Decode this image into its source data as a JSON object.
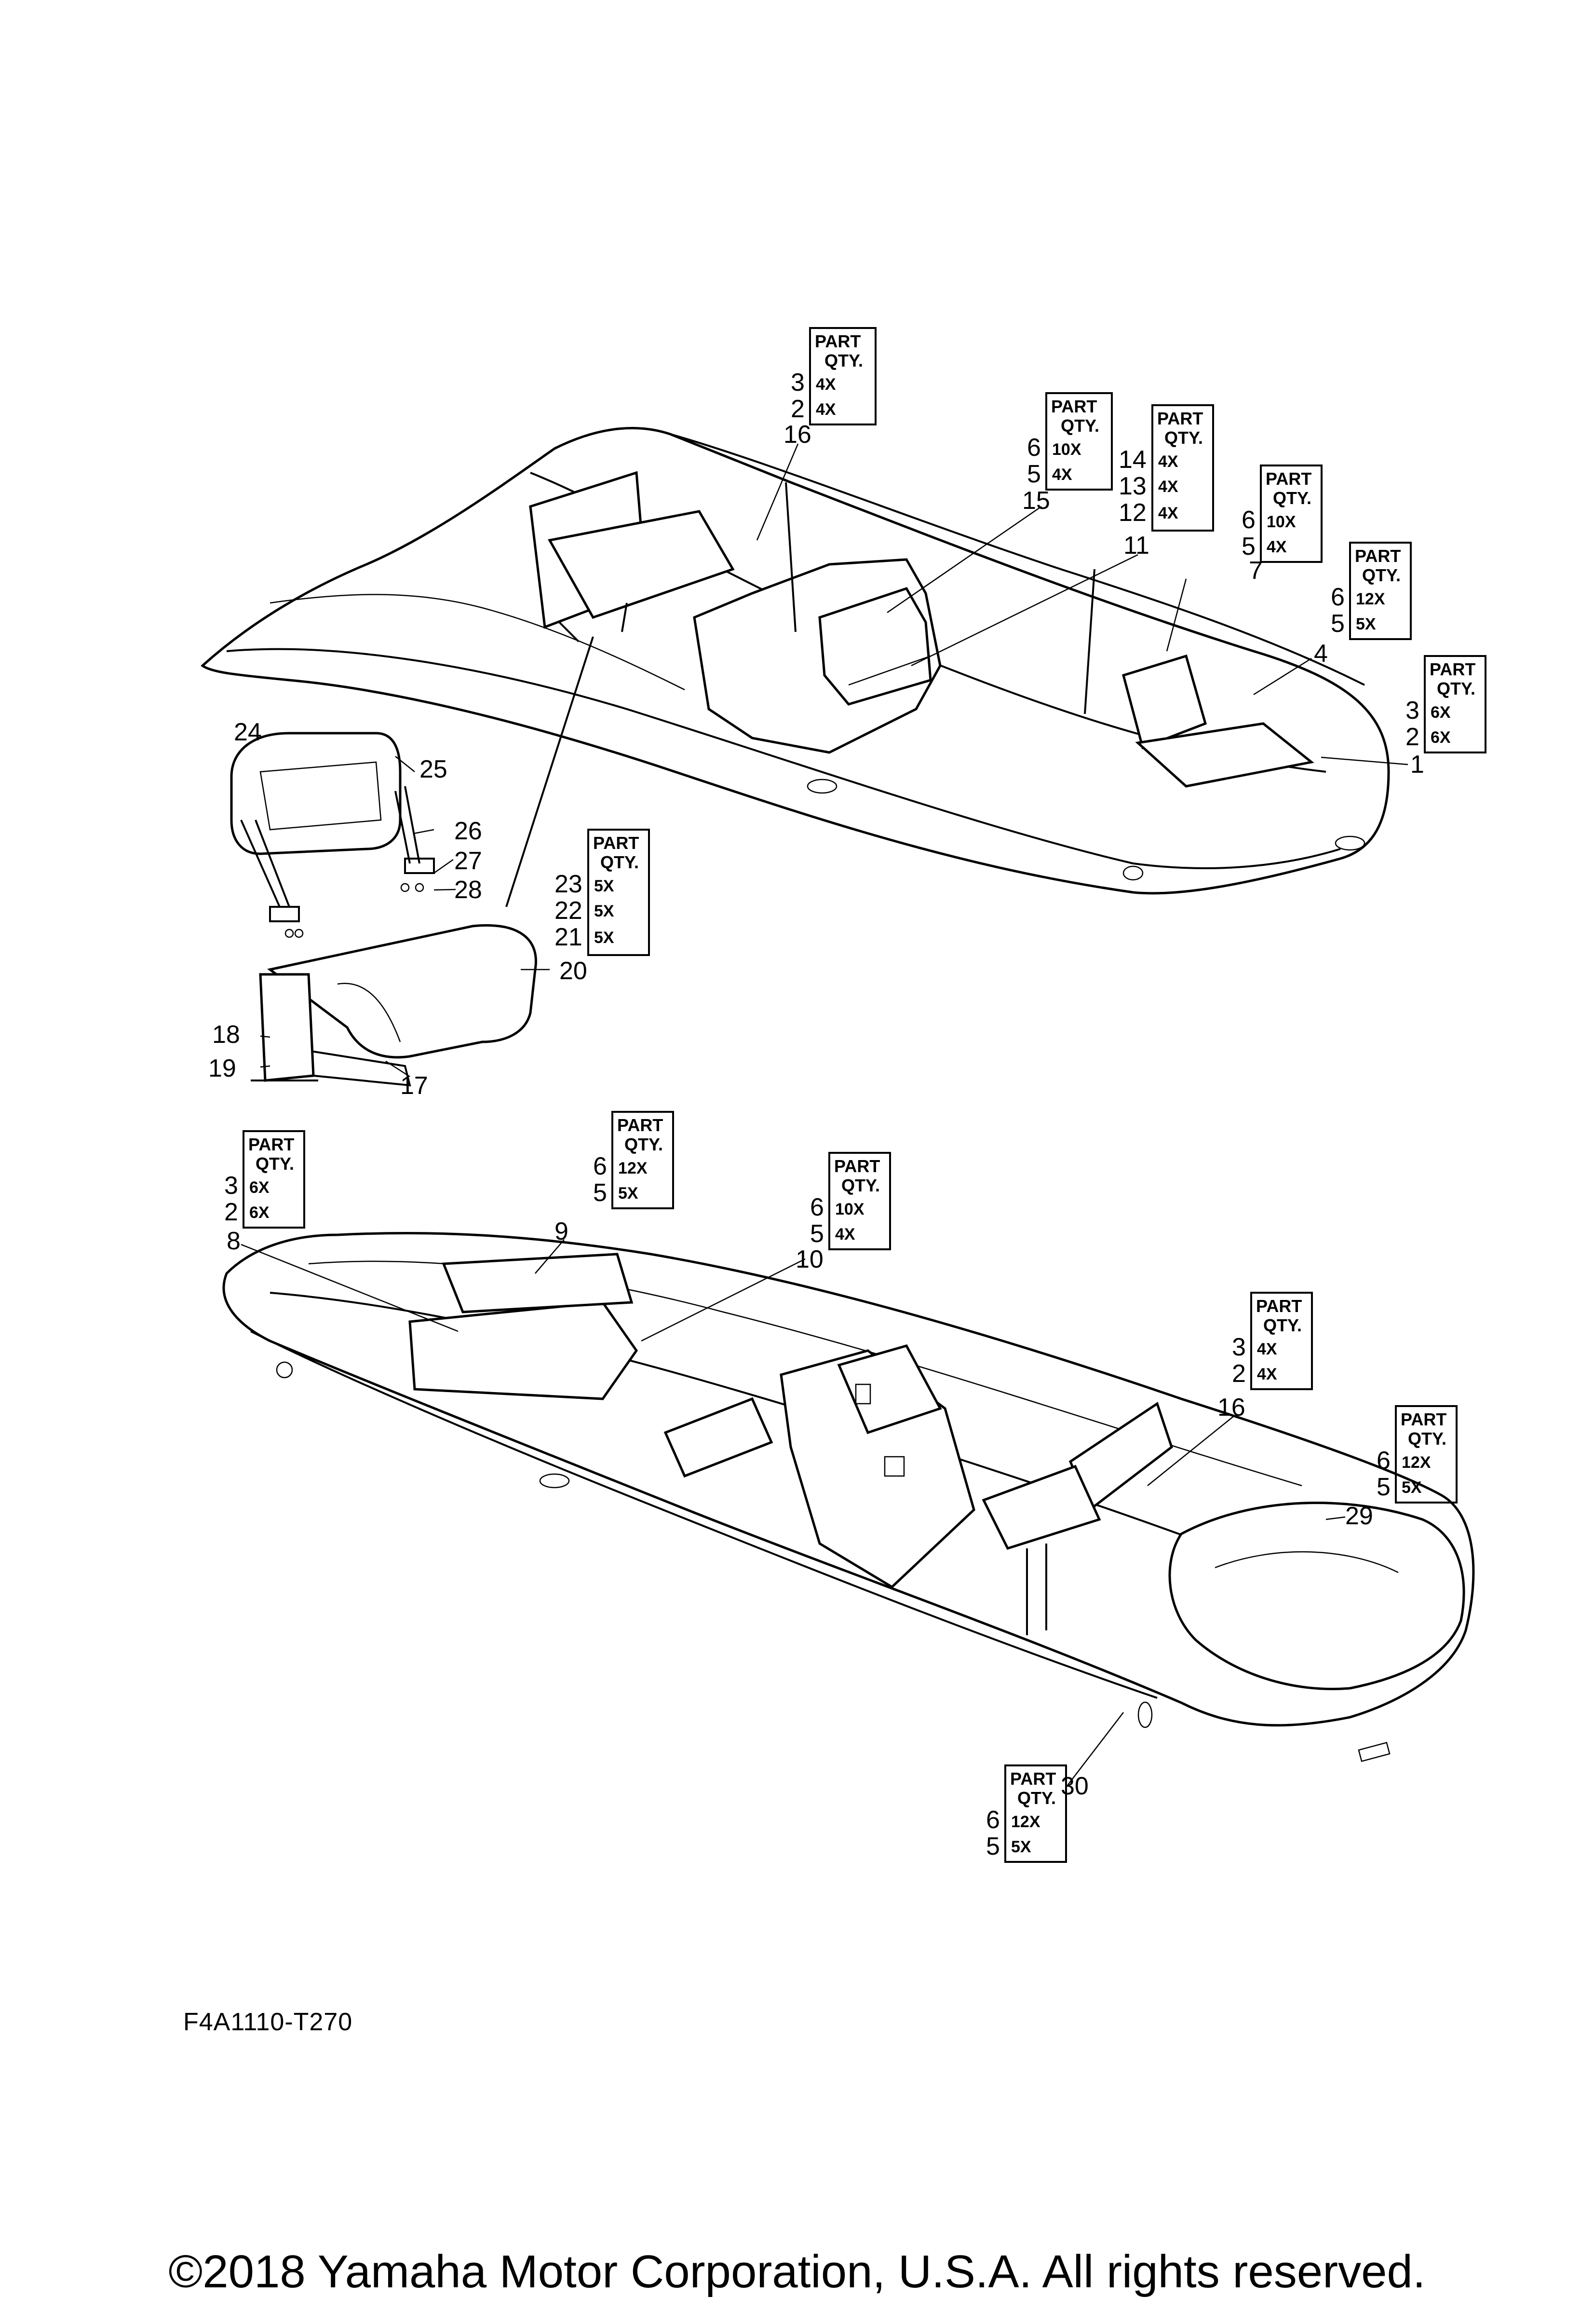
{
  "diagram_code": "F4A1110-T270",
  "copyright": "©2018 Yamaha Motor Corporation, U.S.A. All rights reserved.",
  "qty_header": [
    "PART",
    "QTY."
  ],
  "qty_tables": [
    {
      "rows": [
        {
          "part": "3",
          "qty": "4X"
        },
        {
          "part": "2",
          "qty": "4X"
        }
      ]
    },
    {
      "rows": [
        {
          "part": "6",
          "qty": "10X"
        },
        {
          "part": "5",
          "qty": "4X"
        }
      ]
    },
    {
      "rows": [
        {
          "part": "14",
          "qty": "4X"
        },
        {
          "part": "13",
          "qty": "4X"
        },
        {
          "part": "12",
          "qty": "4X"
        }
      ]
    },
    {
      "rows": [
        {
          "part": "6",
          "qty": "10X"
        },
        {
          "part": "5",
          "qty": "4X"
        }
      ]
    },
    {
      "rows": [
        {
          "part": "6",
          "qty": "12X"
        },
        {
          "part": "5",
          "qty": "5X"
        }
      ]
    },
    {
      "rows": [
        {
          "part": "3",
          "qty": "6X"
        },
        {
          "part": "2",
          "qty": "6X"
        }
      ]
    },
    {
      "rows": [
        {
          "part": "23",
          "qty": "5X"
        },
        {
          "part": "22",
          "qty": "5X"
        },
        {
          "part": "21",
          "qty": "5X"
        }
      ]
    },
    {
      "rows": [
        {
          "part": "3",
          "qty": "6X"
        },
        {
          "part": "2",
          "qty": "6X"
        }
      ]
    },
    {
      "rows": [
        {
          "part": "6",
          "qty": "12X"
        },
        {
          "part": "5",
          "qty": "5X"
        }
      ]
    },
    {
      "rows": [
        {
          "part": "6",
          "qty": "10X"
        },
        {
          "part": "5",
          "qty": "4X"
        }
      ]
    },
    {
      "rows": [
        {
          "part": "3",
          "qty": "4X"
        },
        {
          "part": "2",
          "qty": "4X"
        }
      ]
    },
    {
      "rows": [
        {
          "part": "6",
          "qty": "12X"
        },
        {
          "part": "5",
          "qty": "5X"
        }
      ]
    },
    {
      "rows": [
        {
          "part": "6",
          "qty": "12X"
        },
        {
          "part": "5",
          "qty": "5X"
        }
      ]
    }
  ],
  "callouts": [
    "16",
    "15",
    "11",
    "7",
    "4",
    "1",
    "24",
    "25",
    "26",
    "27",
    "28",
    "20",
    "18",
    "19",
    "17",
    "8",
    "9",
    "10",
    "16",
    "29",
    "30"
  ]
}
